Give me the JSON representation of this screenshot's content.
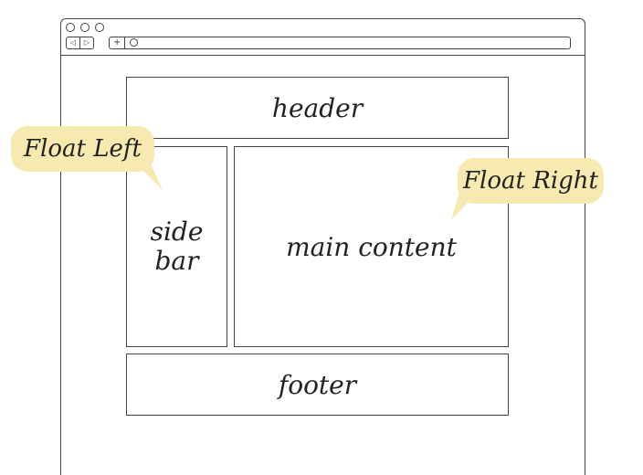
{
  "browser": {
    "window_dots": [
      "dot",
      "dot",
      "dot"
    ],
    "nav": {
      "back_glyph": "◁",
      "forward_glyph": "▷"
    },
    "address_bar": {
      "add_glyph": "+"
    }
  },
  "layout": {
    "header_label": "header",
    "sidebar_label": "side\nbar",
    "main_label": "main content",
    "footer_label": "footer"
  },
  "callouts": {
    "left_label": "Float Left",
    "right_label": "Float Right",
    "fill_color": "#f7eab1"
  }
}
